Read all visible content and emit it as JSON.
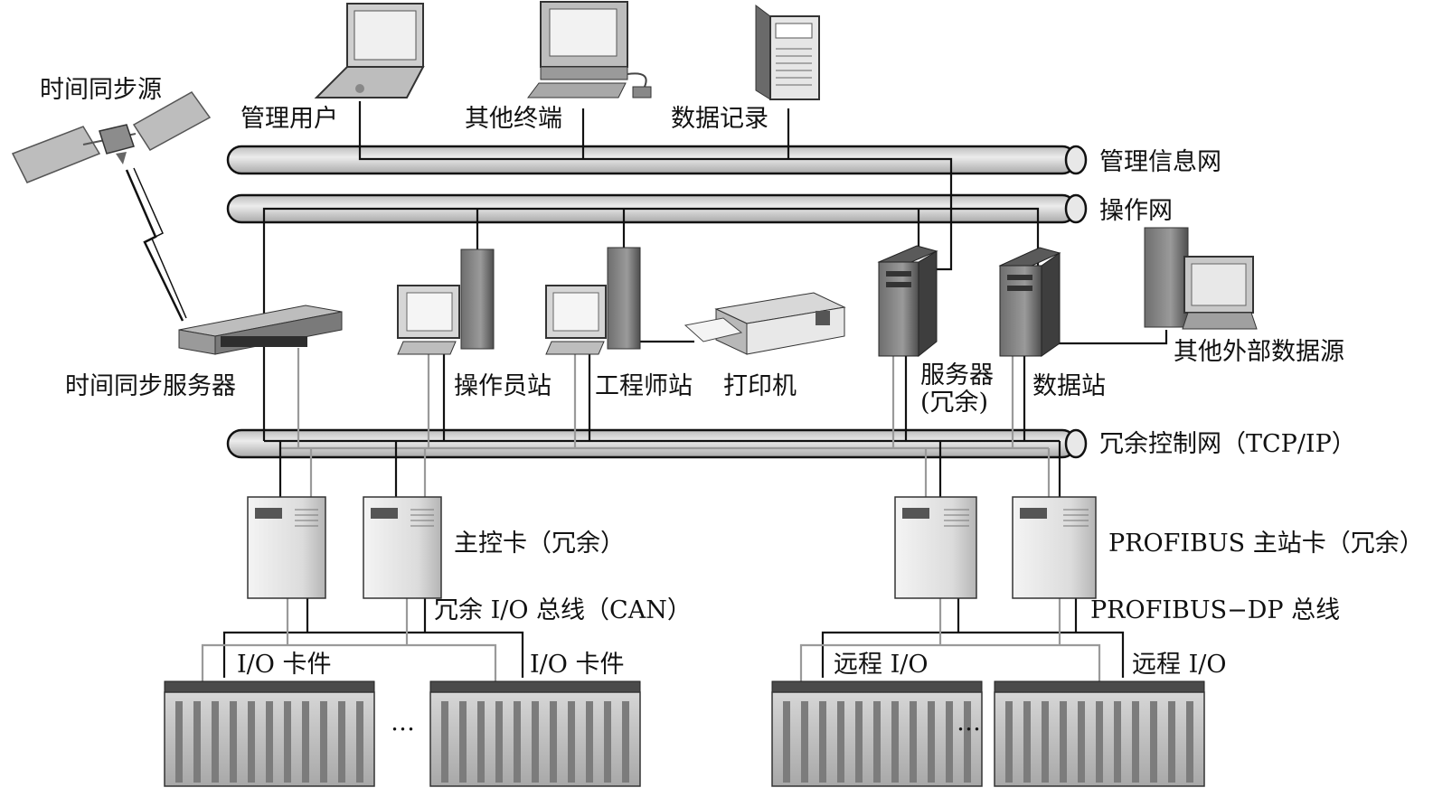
{
  "labels": {
    "time_source": "时间同步源",
    "admin_user": "管理用户",
    "other_terminal": "其他终端",
    "data_record": "数据记录",
    "mgmt_network": "管理信息网",
    "op_network": "操作网",
    "time_server": "时间同步服务器",
    "operator_station": "操作员站",
    "engineer_station": "工程师站",
    "printer": "打印机",
    "server_line1": "服务器",
    "server_line2": "(冗余)",
    "data_station": "数据站",
    "external_source": "其他外部数据源",
    "control_network": "冗余控制网（TCP/IP）",
    "main_card": "主控卡（冗余）",
    "profibus_master": "PROFIBUS 主站卡（冗余）",
    "io_bus": "冗余 I/O 总线（CAN）",
    "profibus_bus": "PROFIBUS−DP 总线",
    "io_card_1": "I/O 卡件",
    "io_card_2": "I/O 卡件",
    "remote_io_1": "远程 I/O",
    "remote_io_2": "远程 I/O",
    "ellipsis_left": "…",
    "ellipsis_right": "…"
  },
  "colors": {
    "pipe_fill": "#cfcfcf",
    "device_dark": "#8a8a8a",
    "device_light": "#e2e2e2",
    "line_dark": "#111111",
    "line_light": "#9a9a9a"
  }
}
